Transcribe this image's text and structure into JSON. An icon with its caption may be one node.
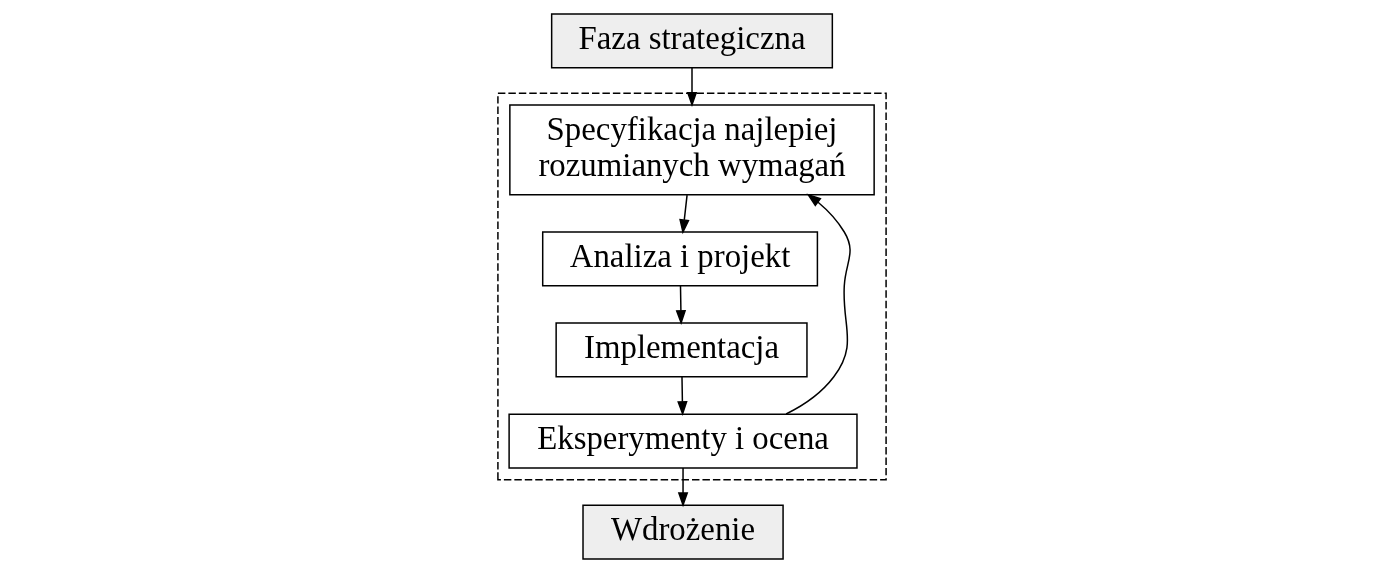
{
  "diagram": {
    "nodes": [
      {
        "text": [
          "Faza strategiczna"
        ]
      },
      {
        "text": [],
        "shape": "box"
      },
      {
        "text": [
          "Specyfikacja najlepiej rozumianych wymagań"
        ],
        "in": 1
      },
      {
        "text": [
          "Analiza i projekt"
        ],
        "in": 1
      },
      {
        "text": [
          "Implementacja"
        ],
        "in": 1
      },
      {
        "text": [
          "Eksperymenty i ocena"
        ],
        "in": 1
      },
      {
        "text": [
          "Wdrożenie"
        ]
      }
    ],
    "edges": [
      {
        "from": 0,
        "to": 2,
        "arrow": "to"
      },
      {
        "from": 2,
        "to": 3,
        "arrow": "to"
      },
      {
        "from": 3,
        "to": 4,
        "arrow": "to"
      },
      {
        "from": 4,
        "to": 5,
        "arrow": "to"
      },
      {
        "from": 5,
        "to": 2,
        "arrow": "to"
      },
      {
        "from": 5,
        "to": 6,
        "arrow": "to"
      }
    ]
  }
}
